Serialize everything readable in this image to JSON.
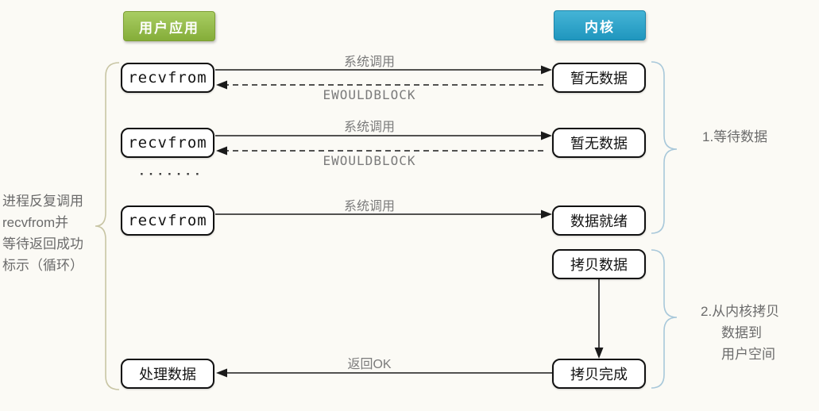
{
  "header": {
    "user_app": "用户应用",
    "kernel": "内核"
  },
  "boxes": {
    "recvfrom": "recvfrom",
    "no_data": "暂无数据",
    "data_ready": "数据就绪",
    "copy_data": "拷贝数据",
    "copy_done": "拷贝完成",
    "process_data": "处理数据"
  },
  "arrow_labels": {
    "syscall": "系统调用",
    "ewouldblock": "EWOULDBLOCK",
    "return_ok": "返回OK",
    "dots": "·······"
  },
  "left_note": {
    "line1": "进程反复调用",
    "line2": "recvfrom并",
    "line3": "等待返回成功",
    "line4": "标示（循环）"
  },
  "right_notes": {
    "phase1": "1.等待数据",
    "phase2_line1": "2.从内核拷贝",
    "phase2_line2": "数据到",
    "phase2_line3": "用户空间"
  },
  "colors": {
    "green_top": "#a9cd63",
    "green_bottom": "#85ad39",
    "blue_top": "#45b4d6",
    "blue_bottom": "#1f96be",
    "left_brace": "#c8c5a4",
    "right_brace": "#a8c8da",
    "arrow": "#1a1a1a"
  }
}
